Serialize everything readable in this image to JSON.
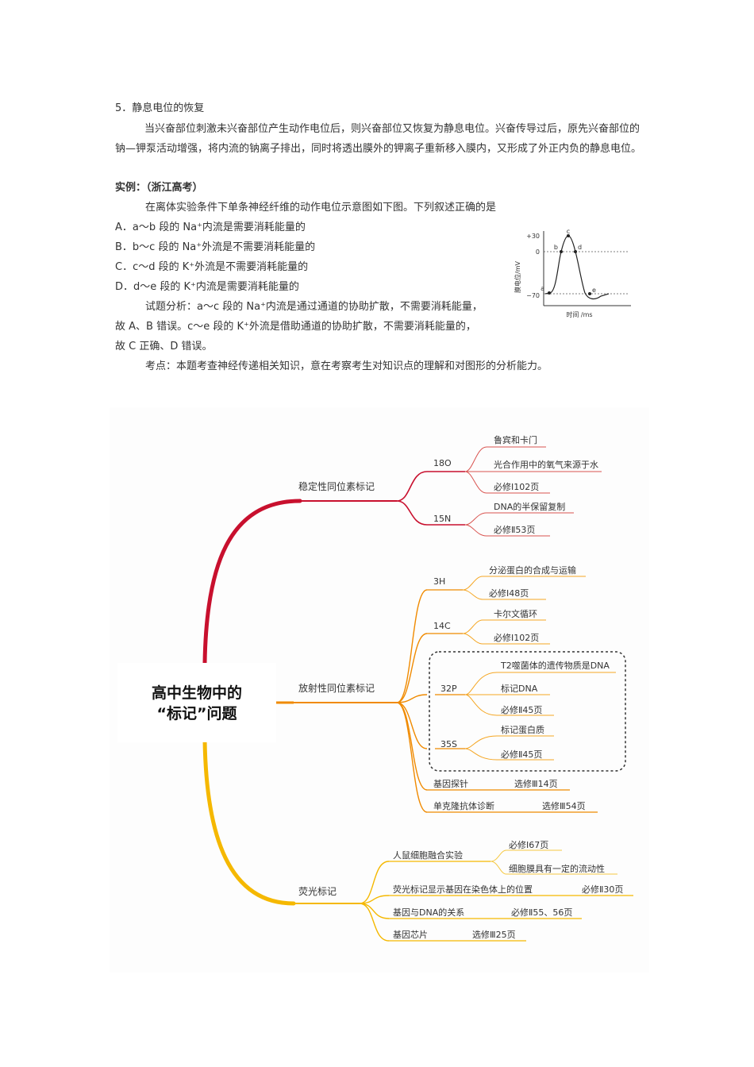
{
  "doc": {
    "section_title": "5．静息电位的恢复",
    "paragraph": "当兴奋部位刺激未兴奋部位产生动作电位后，则兴奋部位又恢复为静息电位。兴奋传导过后，原先兴奋部位的钠—钾泵活动增强，将内流的钠离子排出，同时将透出膜外的钾离子重新移入膜内，又形成了外正内负的静息电位。",
    "example_label": "实例：（浙江高考）",
    "question": "在离体实验条件下单条神经纤维的动作电位示意图如下图。下列叙述正确的是",
    "options": [
      "A．a～b 段的 Na⁺内流是需要消耗能量的",
      "B．b～c 段的 Na⁺外流是不需要消耗能量的",
      "C．c～d 段的 K⁺外流是不需要消耗能量的",
      "D．d～e 段的 K⁺内流是需要消耗能量的"
    ],
    "analysis_1": "试题分析：a～c 段的 Na⁺内流是通过通道的协助扩散，不需要消耗能量，",
    "analysis_2": "故 A、B 错误。c～e 段的 K⁺外流是借助通道的协助扩散，不需要消耗能量的，",
    "analysis_3": "故 C 正确、D 错误。",
    "kaodian": "考点：本题考查神经传递相关知识，意在考察考生对知识点的理解和对图形的分析能力。"
  },
  "graph": {
    "y_label": "膜电位/mV",
    "x_label": "时间 /ms",
    "tick_top": "+30",
    "tick_zero": "0",
    "tick_bottom": "−70",
    "points": [
      "a",
      "b",
      "c",
      "d",
      "e"
    ]
  },
  "mindmap": {
    "center_line1": "高中生物中的",
    "center_line2": "“标记”问题",
    "branch1": {
      "label": "稳定性同位素标记",
      "isotope_18o": "18O",
      "items_18o": [
        "鲁宾和卡门",
        "光合作用中的氧气来源于水",
        "必修Ⅰ102页"
      ],
      "isotope_15n": "15N",
      "items_15n": [
        "DNA的半保留复制",
        "必修Ⅱ53页"
      ]
    },
    "branch2": {
      "label": "放射性同位素标记",
      "isotope_3h": "3H",
      "items_3h": [
        "分泌蛋白的合成与运输",
        "必修Ⅰ48页"
      ],
      "isotope_14c": "14C",
      "items_14c": [
        "卡尔文循环",
        "必修Ⅰ102页"
      ],
      "t2_title": "T2噬菌体的遗传物质是DNA",
      "isotope_32p": "32P",
      "items_32p": [
        "标记DNA",
        "必修Ⅱ45页"
      ],
      "isotope_35s": "35S",
      "items_35s": [
        "标记蛋白质",
        "必修Ⅱ45页"
      ],
      "probe": "基因探针",
      "probe_page": "选修Ⅲ14页",
      "mab": "单克隆抗体诊断",
      "mab_page": "选修Ⅲ54页"
    },
    "branch3": {
      "label": "荧光标记",
      "fusion": "人鼠细胞融合实验",
      "items_fusion": [
        "必修Ⅰ67页",
        "细胞膜具有一定的流动性"
      ],
      "chromosome": "荧光标记显示基因在染色体上的位置",
      "chromosome_page": "必修Ⅱ30页",
      "gene_dna": "基因与DNA的关系",
      "gene_dna_page": "必修Ⅱ55、56页",
      "chip": "基因芯片",
      "chip_page": "选修Ⅲ25页"
    },
    "colors": {
      "branch1": "#c8102e",
      "branch2": "#f08a00",
      "branch3": "#f5b800"
    }
  }
}
